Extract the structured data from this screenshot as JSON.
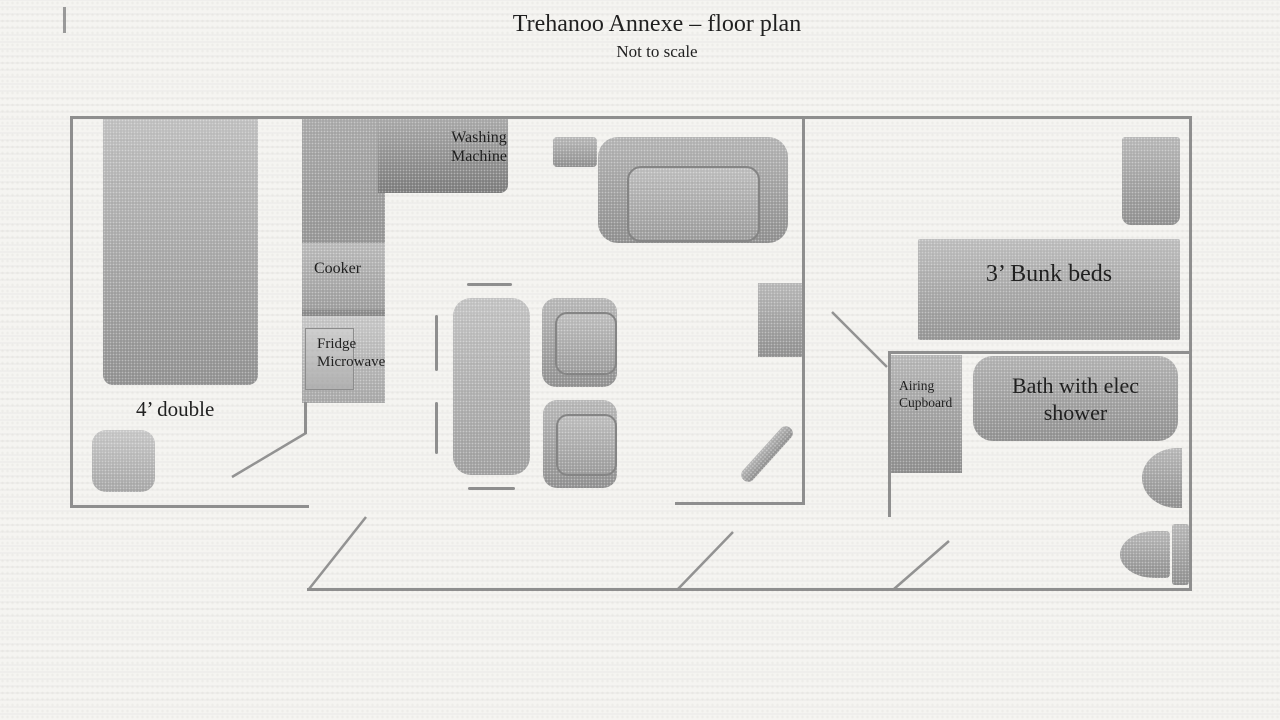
{
  "page": {
    "title": "Trehanoo Annexe – floor plan",
    "subtitle": "Not to scale"
  },
  "plan": {
    "double_room": {
      "bed_label": "4’ double"
    },
    "kitchen": {
      "washing_machine_label": "Washing Machine",
      "cooker_label": "Cooker",
      "fridge_microwave_label": "Fridge Microwave"
    },
    "bunk_room": {
      "bunk_label": "3’ Bunk beds"
    },
    "bathroom": {
      "airing_cupboard_label": "Airing Cupboard",
      "bath_label": "Bath with elec shower"
    }
  },
  "colors": {
    "wall": "#8f8f8f",
    "furniture_light": "#c7c7c7",
    "furniture_medium": "#b7b7b7",
    "furniture_dark": "#797979",
    "paper": "#f5f4f1",
    "text": "#1e1e1e"
  }
}
